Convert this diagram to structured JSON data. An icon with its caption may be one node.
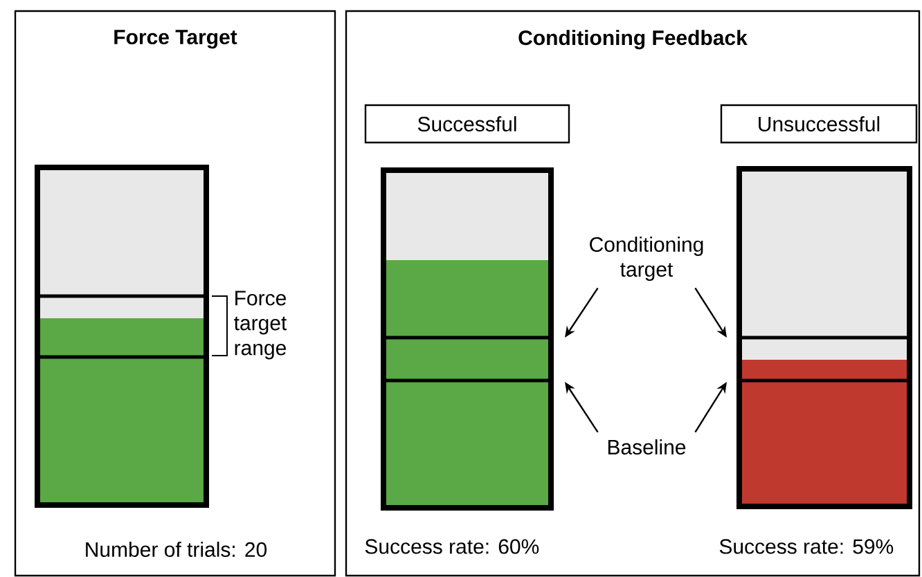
{
  "diagram": {
    "nodes": [
      {
        "text": [
          "Force Target"
        ]
      },
      {
        "text": [
          "Conditioning Feedback"
        ]
      },
      {
        "text": [],
        "shape": "bar",
        "in": 0,
        "beside": [
          "Number of trials: 20"
        ]
      },
      {
        "text": [
          "Successful"
        ],
        "in": 1
      },
      {
        "text": [
          "Unsuccessful"
        ],
        "in": 1
      },
      {
        "text": [],
        "shape": "bar",
        "in": 1,
        "beside": [
          "Success rate: 60%"
        ]
      },
      {
        "text": [],
        "shape": "bar",
        "in": 1,
        "beside": [
          "Success rate: 59%"
        ]
      },
      {
        "text": [
          "Conditioning target"
        ],
        "in": 1
      },
      {
        "text": [
          "Baseline"
        ],
        "in": 1
      }
    ],
    "edges": [
      {
        "from": 7,
        "to": 5,
        "arrow": "to"
      },
      {
        "from": 7,
        "to": 6,
        "arrow": "to"
      },
      {
        "from": 8,
        "to": 5,
        "arrow": "to"
      },
      {
        "from": 8,
        "to": 6,
        "arrow": "to"
      }
    ],
    "labels": [
      "Force target range"
    ]
  }
}
